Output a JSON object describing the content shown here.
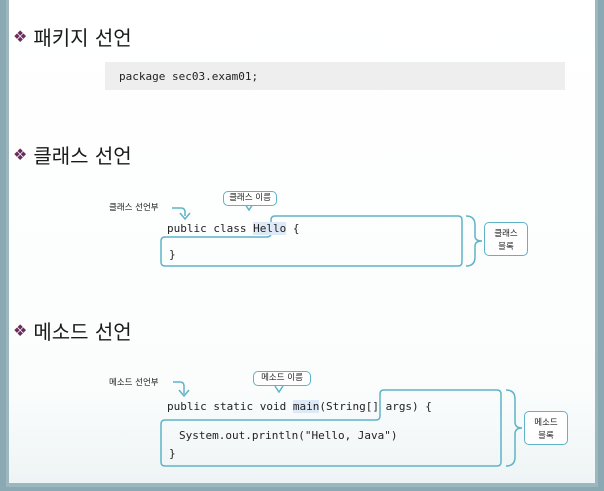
{
  "sections": {
    "package": {
      "heading": "패키지 선언",
      "code": "package sec03.exam01;"
    },
    "class": {
      "heading": "클래스 선언",
      "decl_label": "클래스 선언부",
      "name_label": "클래스 이름",
      "code_prefix": "public class ",
      "code_name": "Hello",
      "code_suffix": " {",
      "close_brace": "}",
      "block_label_line1": "클래스",
      "block_label_line2": "블록"
    },
    "method": {
      "heading": "메소드 선언",
      "decl_label": "메소드 선언부",
      "name_label": "메소드 이름",
      "code_prefix": "public static void ",
      "code_name": "main",
      "code_suffix": "(String[] args) {",
      "body": "System.out.println(\"Hello, Java\")",
      "close_brace": "}",
      "block_label_line1": "메소드",
      "block_label_line2": "블록"
    }
  },
  "colors": {
    "bullet": "#6b2d5c",
    "outline": "#5fb3c6",
    "highlight": "#dde9f6"
  },
  "icons": {
    "bullet": "diamond-bullet-icon"
  }
}
